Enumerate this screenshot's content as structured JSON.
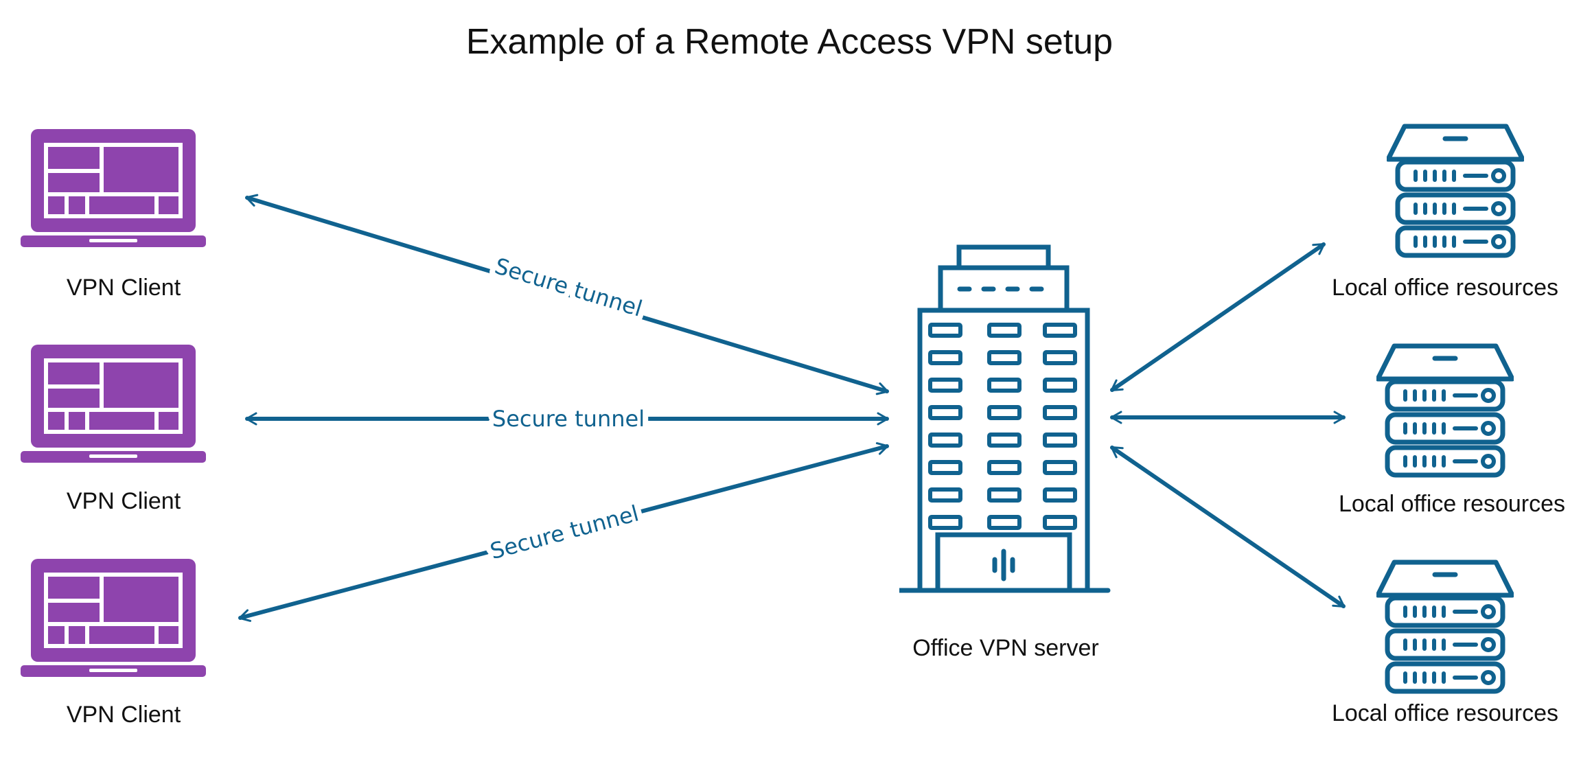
{
  "title": "Example of a Remote Access VPN setup",
  "colors": {
    "client_purple": "#8e44ad",
    "network_blue": "#10628f",
    "text_dark": "#111111"
  },
  "clients": [
    {
      "label": "VPN Client",
      "icon": "laptop-icon"
    },
    {
      "label": "VPN Client",
      "icon": "laptop-icon"
    },
    {
      "label": "VPN Client",
      "icon": "laptop-icon"
    }
  ],
  "server": {
    "label": "Office VPN server",
    "icon": "office-building-icon"
  },
  "resources": [
    {
      "label": "Local office resources",
      "icon": "server-rack-icon"
    },
    {
      "label": "Local office resources",
      "icon": "server-rack-icon"
    },
    {
      "label": "Local office resources",
      "icon": "server-rack-icon"
    }
  ],
  "tunnels": [
    {
      "label": "Secure tunnel"
    },
    {
      "label": "Secure tunnel"
    },
    {
      "label": "Secure tunnel"
    }
  ]
}
